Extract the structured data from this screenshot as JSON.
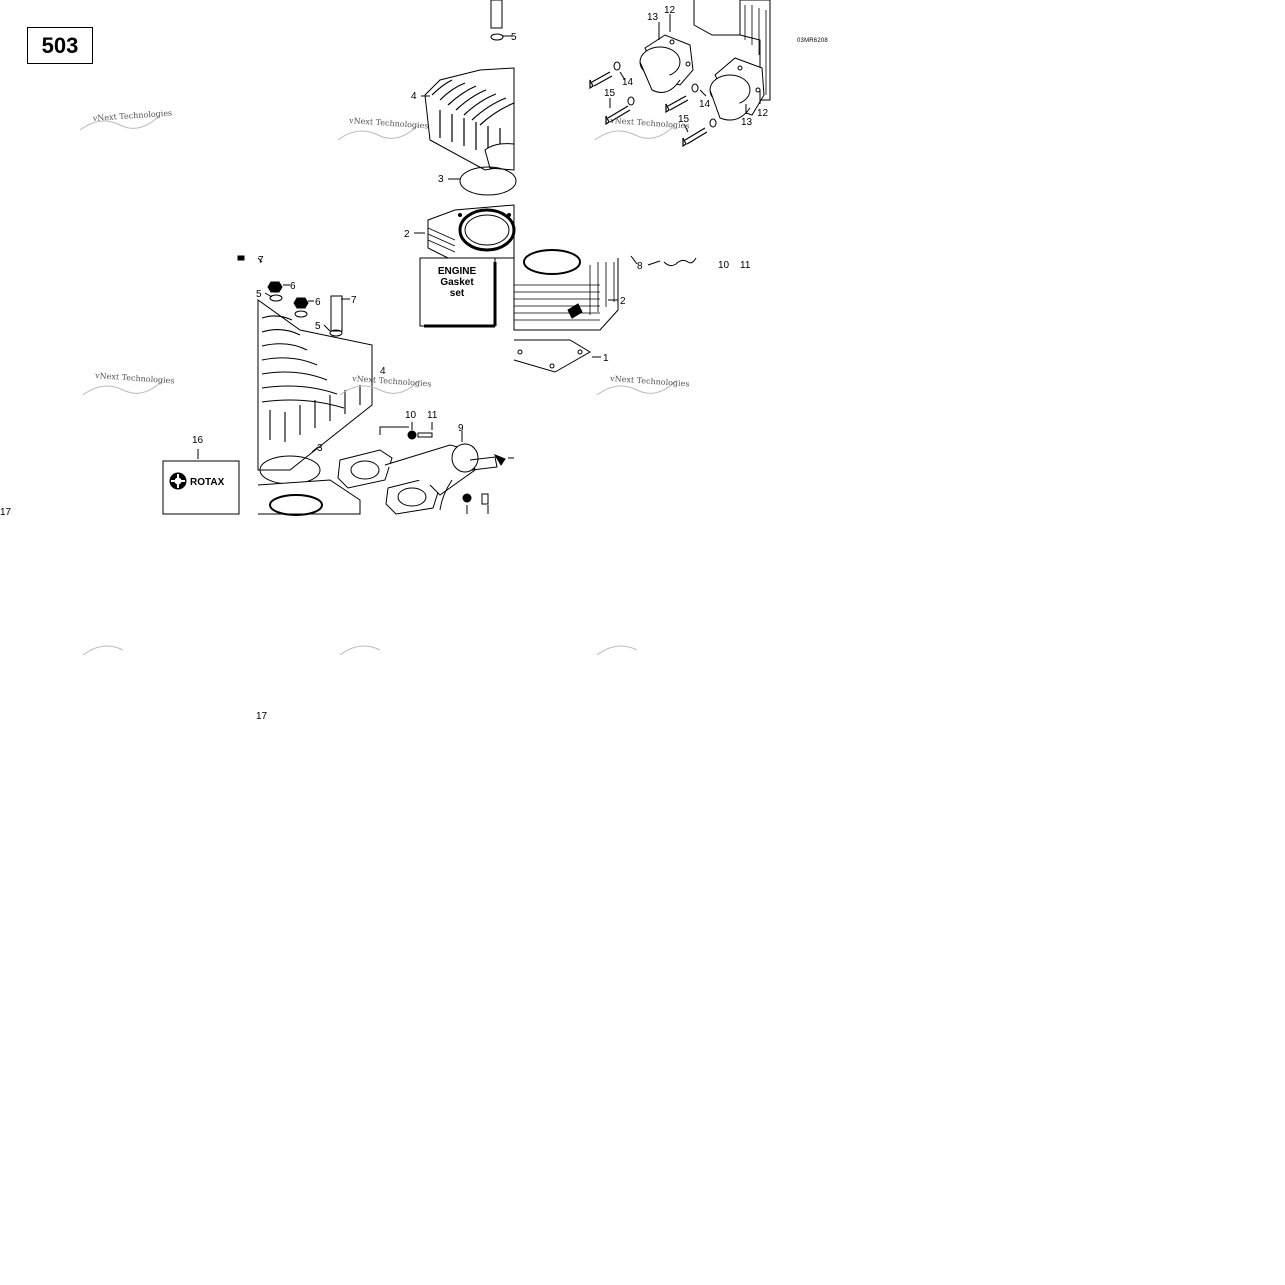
{
  "page": {
    "model": "503",
    "drawing_code": "03MR6208"
  },
  "callouts": {
    "n1": "1",
    "n2": "2",
    "n2b": "2",
    "n3": "3",
    "n3b": "3",
    "n4": "4",
    "n4b": "4",
    "n5": "5",
    "n5b": "5",
    "n5c": "5",
    "n6": "6",
    "n6b": "6",
    "n7": "7",
    "n7b": "7",
    "n8": "8",
    "n9": "9",
    "n10": "10",
    "n10b": "10",
    "n11": "11",
    "n11b": "11",
    "n12": "12",
    "n12b": "12",
    "n13": "13",
    "n13b": "13",
    "n14": "14",
    "n14b": "14",
    "n15": "15",
    "n15b": "15",
    "n16": "16",
    "n17": "17",
    "n17b": "17"
  },
  "gasket_box": {
    "line1": "ENGINE",
    "line2": "Gasket",
    "line3": "set"
  },
  "brand_box": {
    "label": "ROTAX"
  },
  "watermark": {
    "text": "vNext Technologies"
  }
}
